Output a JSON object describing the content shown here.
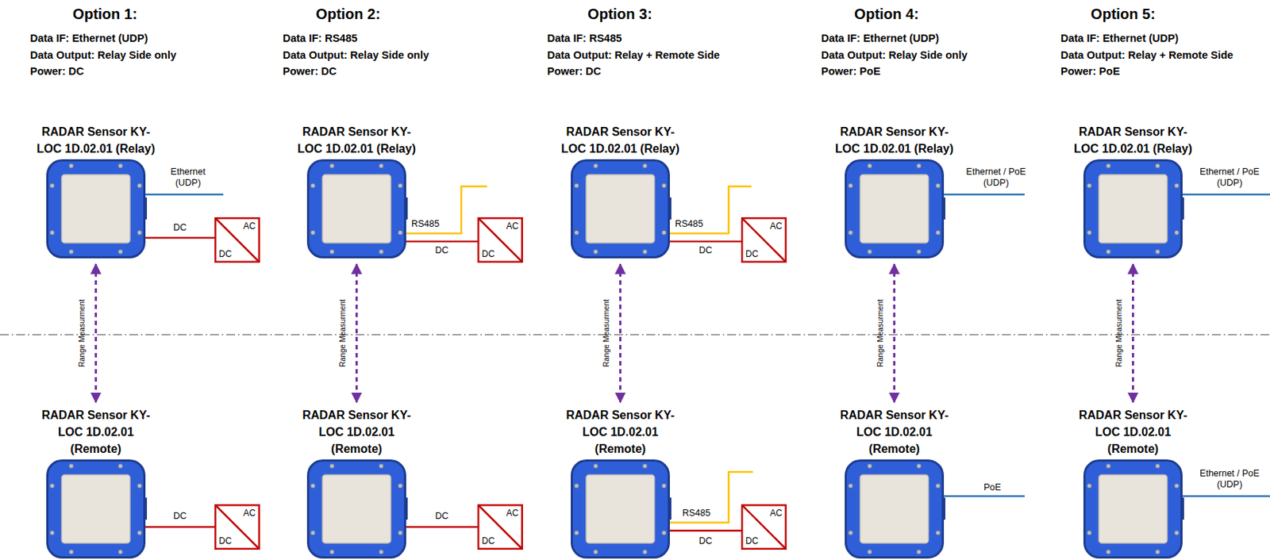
{
  "diagram": {
    "nodes": [
      {
        "text": [
          "RADAR Sensor KY-LOC 1D.02.01 (Relay)"
        ]
      },
      {
        "text": [
          "AC",
          "DC"
        ]
      },
      {
        "text": [
          "RADAR Sensor KY-LOC 1D.02.01 (Remote)"
        ]
      },
      {
        "text": [
          "AC",
          "DC"
        ]
      },
      {
        "text": [
          "RADAR Sensor KY-LOC 1D.02.01 (Relay)"
        ]
      },
      {
        "text": [
          "AC",
          "DC"
        ]
      },
      {
        "text": [
          "RADAR Sensor KY-LOC 1D.02.01 (Remote)"
        ]
      },
      {
        "text": [
          "AC",
          "DC"
        ]
      },
      {
        "text": [
          "RADAR Sensor KY-LOC 1D.02.01 (Relay)"
        ]
      },
      {
        "text": [
          "AC",
          "DC"
        ]
      },
      {
        "text": [
          "RADAR Sensor KY-LOC 1D.02.01 (Remote)"
        ]
      },
      {
        "text": [
          "AC",
          "DC"
        ]
      },
      {
        "text": [
          "RADAR Sensor KY-LOC 1D.02.01 (Relay)"
        ]
      },
      {
        "text": [
          "RADAR Sensor KY-LOC 1D.02.01 (Remote)"
        ]
      },
      {
        "text": [
          "RADAR Sensor KY-LOC 1D.02.01 (Relay)"
        ]
      },
      {
        "text": [
          "RADAR Sensor KY-LOC 1D.02.01 (Remote)"
        ]
      }
    ],
    "edges": [
      {
        "from": 0,
        "to": 2,
        "arrow": "both",
        "label": "Range Measurment"
      },
      {
        "from": 0,
        "to": 1,
        "arrow": "none",
        "label": "DC"
      },
      {
        "from": 2,
        "to": 3,
        "arrow": "none",
        "label": "DC"
      },
      {
        "from": 4,
        "to": 6,
        "arrow": "both",
        "label": "Range Measurment"
      },
      {
        "from": 4,
        "to": 5,
        "arrow": "none",
        "label": "DC"
      },
      {
        "from": 6,
        "to": 7,
        "arrow": "none",
        "label": "DC"
      },
      {
        "from": 8,
        "to": 10,
        "arrow": "both",
        "label": "Range Measurment"
      },
      {
        "from": 8,
        "to": 9,
        "arrow": "none",
        "label": "DC"
      },
      {
        "from": 10,
        "to": 11,
        "arrow": "none",
        "label": "DC"
      },
      {
        "from": 12,
        "to": 13,
        "arrow": "both",
        "label": "Range Measurment"
      },
      {
        "from": 14,
        "to": 15,
        "arrow": "both",
        "label": "Range Measurment"
      }
    ],
    "labels": [
      "Option 1:",
      "Data IF: Ethernet (UDP)",
      "Data Output: Relay Side only",
      "Power: DC",
      "Option 2:",
      "Data IF: RS485",
      "Data Output: Relay Side only",
      "Power: DC",
      "Option 3:",
      "Data IF: RS485",
      "Data Output: Relay + Remote Side",
      "Power: DC",
      "Option 4:",
      "Data IF: Ethernet (UDP)",
      "Data Output: Relay Side only",
      "Power: PoE",
      "Option 5:",
      "Data IF: Ethernet (UDP)",
      "Data Output: Relay + Remote Side",
      "Power: PoE",
      "Ethernet (UDP)",
      "RS485",
      "RS485",
      "RS485",
      "Ethernet / PoE (UDP)",
      "PoE",
      "Ethernet / PoE (UDP)",
      "Ethernet / PoE (UDP)"
    ]
  }
}
